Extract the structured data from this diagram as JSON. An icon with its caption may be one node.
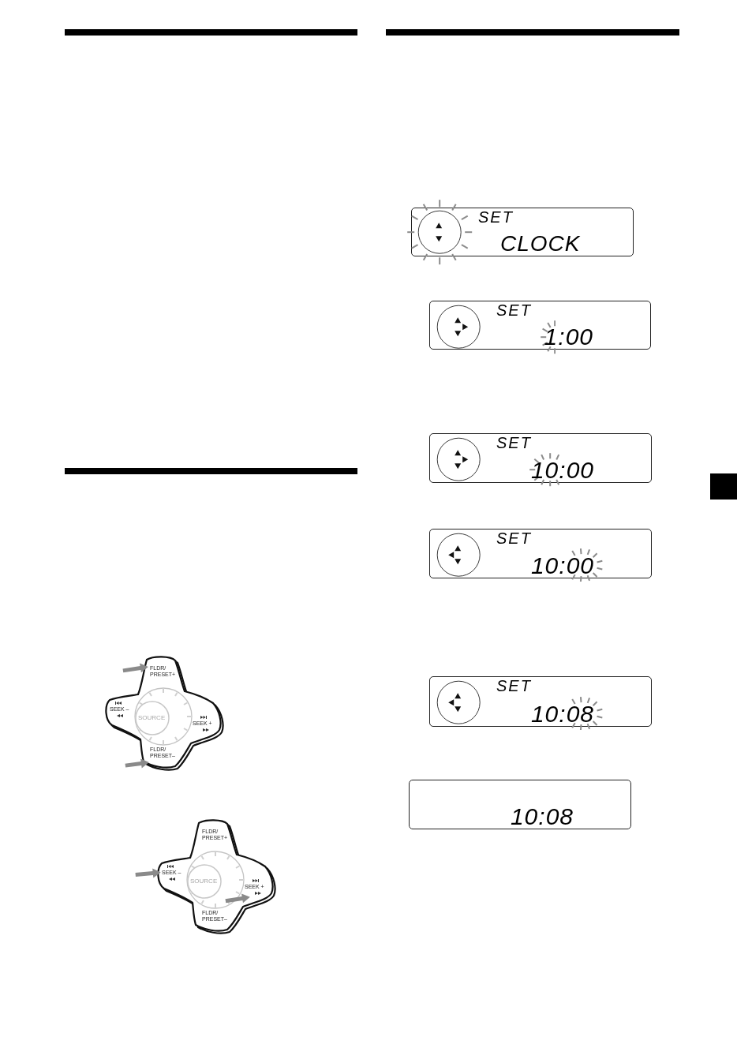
{
  "diagram": {
    "nodes": [
      {
        "text": [
          "FLDR/ PRESET+",
          "SEEK –",
          "SOURCE",
          "SEEK +",
          "FLDR/ PRESET–"
        ]
      },
      {
        "text": [
          "FLDR/ PRESET+",
          "SEEK –",
          "SOURCE",
          "SEEK +",
          "FLDR/ PRESET–"
        ]
      },
      {
        "text": [
          "SET",
          "CLOCK"
        ]
      },
      {
        "text": [
          "SET",
          "1:00"
        ]
      },
      {
        "text": [
          "SET",
          "10:00"
        ]
      },
      {
        "text": [
          "SET",
          "10:00"
        ]
      },
      {
        "text": [
          "SET",
          "10:08"
        ]
      },
      {
        "text": [
          "10:08"
        ]
      }
    ]
  }
}
